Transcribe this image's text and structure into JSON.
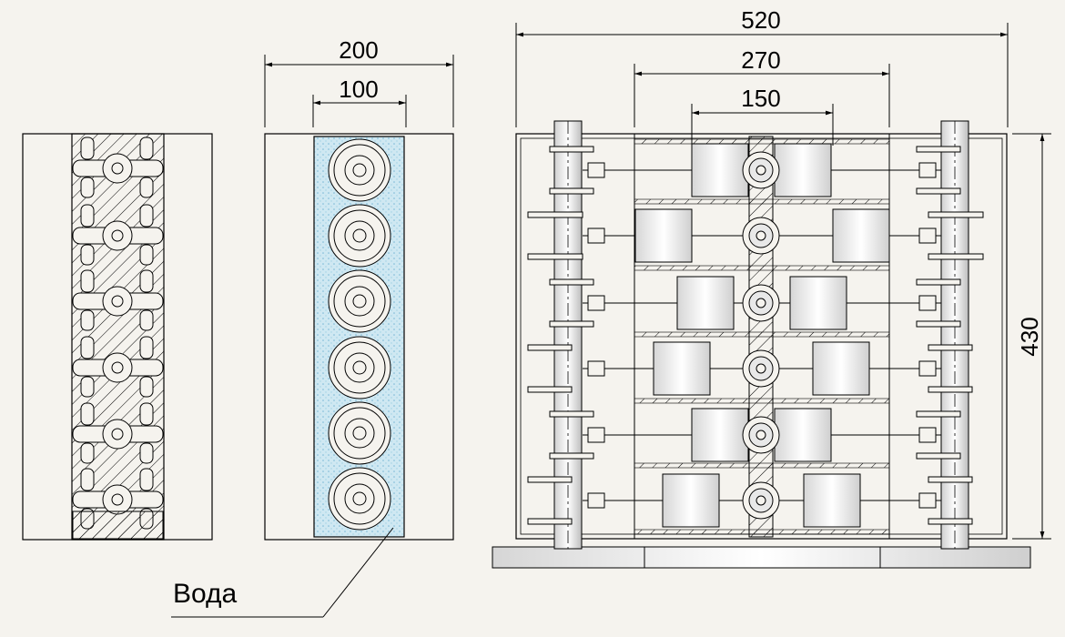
{
  "drawing": {
    "background": "#f5f3ee",
    "line_color": "#000000",
    "water_fill": "#bfe0f0",
    "hatch_color": "#000000"
  },
  "dimensions": {
    "overall_width": "520",
    "mid_width": "270",
    "inner_width": "150",
    "height": "430",
    "side_outer": "200",
    "side_inner": "100"
  },
  "labels": {
    "water": "Вода"
  },
  "counts": {
    "cells": 6
  }
}
